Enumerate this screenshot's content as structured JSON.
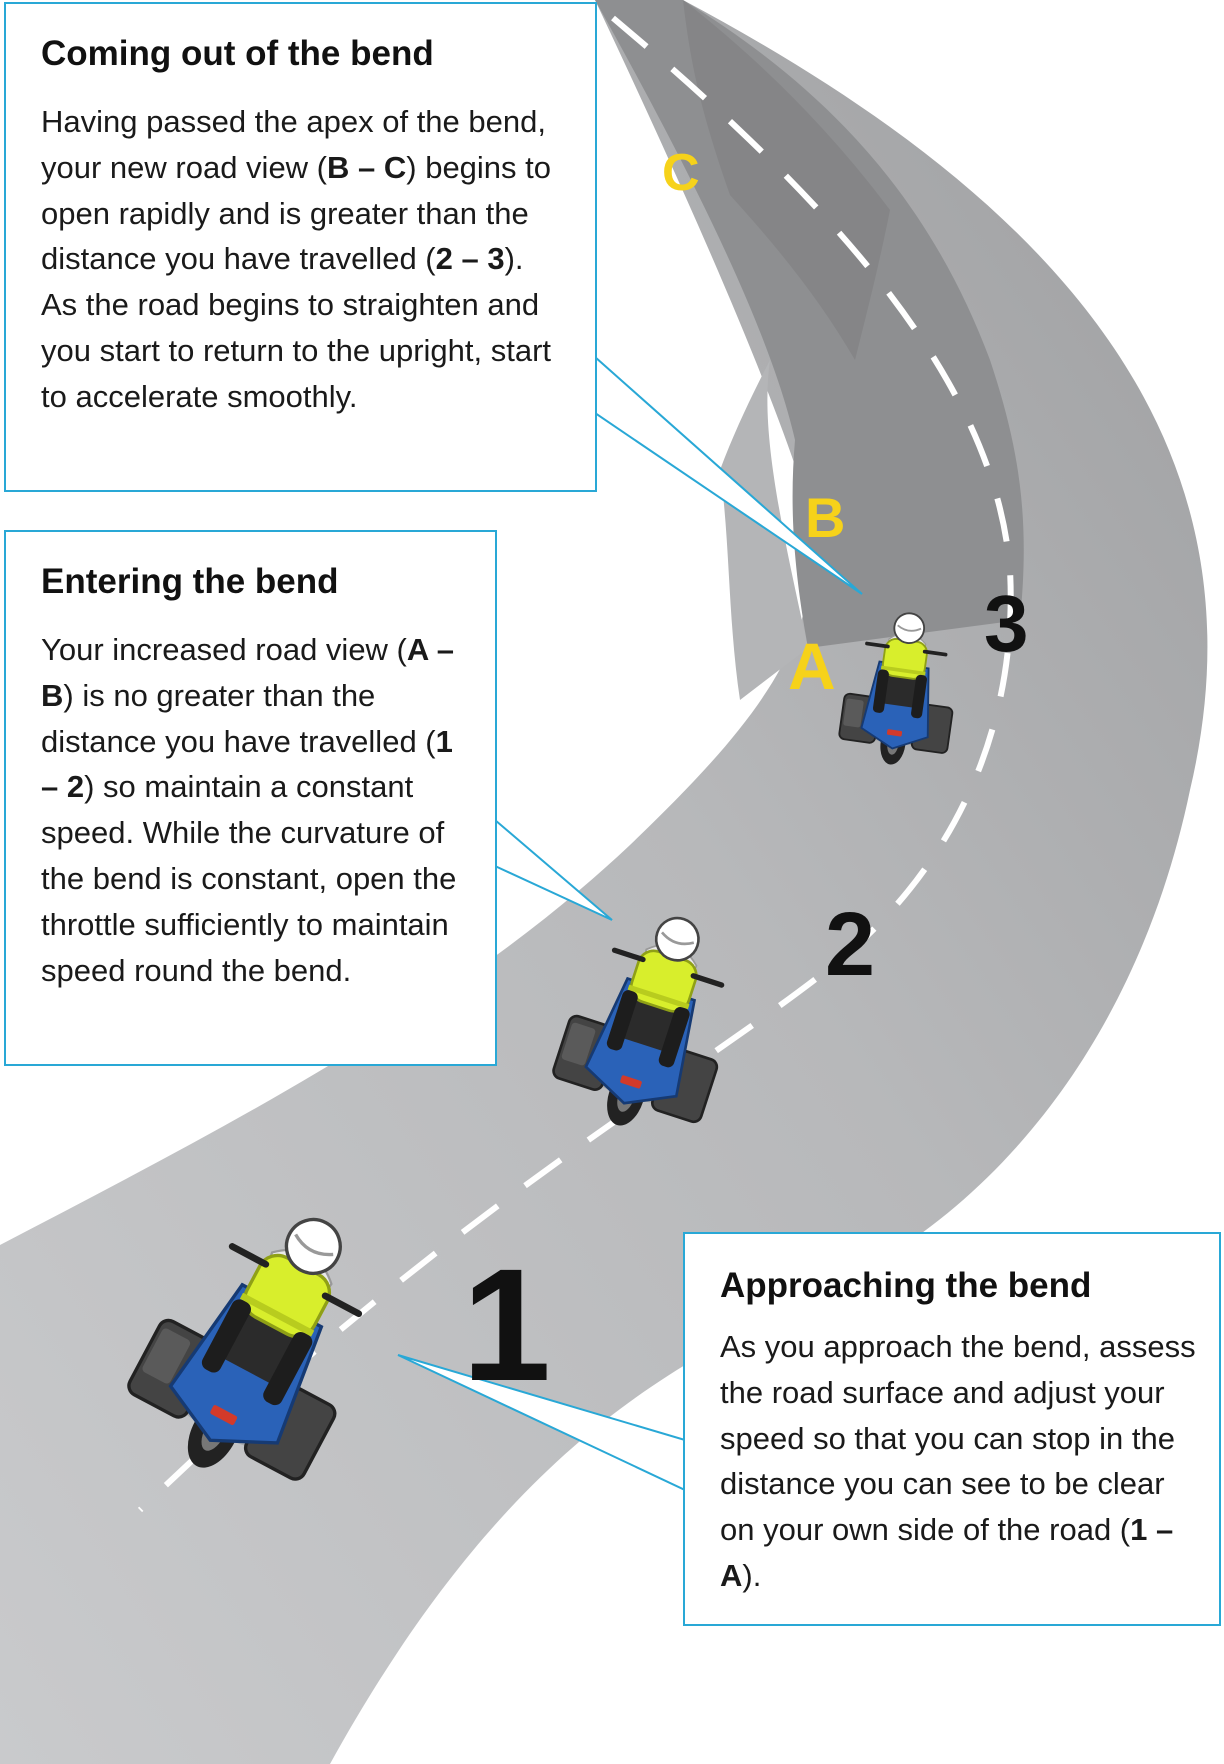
{
  "labels": {
    "positions": [
      "1",
      "2",
      "3"
    ],
    "view_points": [
      "A",
      "B",
      "C"
    ]
  },
  "callouts": {
    "coming_out": {
      "title": "Coming out of the bend",
      "segments": [
        {
          "text": "Having passed the apex of the bend, your new road view (",
          "bold": false
        },
        {
          "text": "B – C",
          "bold": true
        },
        {
          "text": ") begins to open rapidly and is greater than the distance you have travelled (",
          "bold": false
        },
        {
          "text": "2 – 3",
          "bold": true
        },
        {
          "text": "). As the road begins to straighten and you start to return to the upright, start to accelerate smoothly.",
          "bold": false
        }
      ]
    },
    "entering": {
      "title": "Entering the bend",
      "segments": [
        {
          "text": "Your increased road view (",
          "bold": false
        },
        {
          "text": "A – B",
          "bold": true
        },
        {
          "text": ") is no greater than the distance you have travelled (",
          "bold": false
        },
        {
          "text": "1 – 2",
          "bold": true
        },
        {
          "text": ") so maintain a constant speed. While the curvature of the bend is constant, open the throttle sufficiently to maintain speed round the bend.",
          "bold": false
        }
      ]
    },
    "approaching": {
      "title": "Approaching the bend",
      "segments": [
        {
          "text": "As you approach the bend, assess the road surface and adjust your speed so that you can stop in the distance you can see to be clear on your own side of the road (",
          "bold": false
        },
        {
          "text": "1 – A",
          "bold": true
        },
        {
          "text": ").",
          "bold": false
        }
      ]
    }
  },
  "colors": {
    "callout_border": "#29a8d6",
    "view_point_label": "#f6d21a",
    "hi_vis_jacket": "#d8ee2c",
    "motorcycle": "#2a62b8",
    "road_light": "#c6c7c9",
    "road_mid": "#a9aaac",
    "road_dark": "#8f9092",
    "lane_marking": "#ffffff"
  },
  "icons": [
    "motorcycle-rider-icon"
  ]
}
